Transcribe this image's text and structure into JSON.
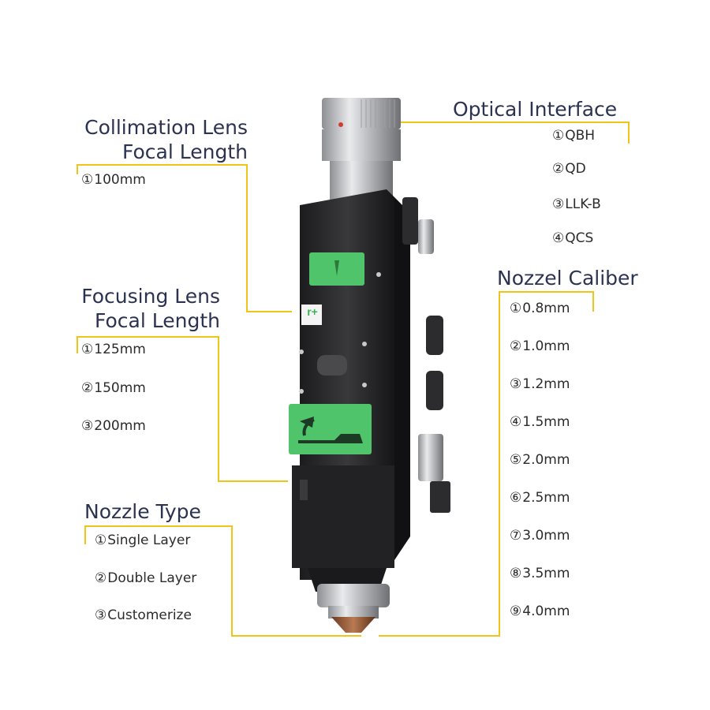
{
  "colors": {
    "leader": "#f0c419",
    "title": "#2c3350",
    "text": "#2b2b2b",
    "panel_green": "#4fc46b",
    "body_black": "#2a2a2c"
  },
  "logo_text": "r+",
  "collimation": {
    "title_line1": "Collimation Lens",
    "title_line2": "Focal Length",
    "options": [
      {
        "num": "①",
        "label": "100mm"
      }
    ]
  },
  "focusing": {
    "title_line1": "Focusing Lens",
    "title_line2": "Focal Length",
    "options": [
      {
        "num": "①",
        "label": "125mm"
      },
      {
        "num": "②",
        "label": "150mm"
      },
      {
        "num": "③",
        "label": "200mm"
      }
    ]
  },
  "nozzle_type": {
    "title": "Nozzle Type",
    "options": [
      {
        "num": "①",
        "label": "Single Layer"
      },
      {
        "num": "②",
        "label": "Double Layer"
      },
      {
        "num": "③",
        "label": "Customerize"
      }
    ]
  },
  "optical_interface": {
    "title": "Optical Interface",
    "options": [
      {
        "num": "①",
        "label": "QBH"
      },
      {
        "num": "②",
        "label": "QD"
      },
      {
        "num": "③",
        "label": "LLK-B"
      },
      {
        "num": "④",
        "label": "QCS"
      }
    ]
  },
  "nozzle_caliber": {
    "title": "Nozzel Caliber",
    "options": [
      {
        "num": "①",
        "label": "0.8mm"
      },
      {
        "num": "②",
        "label": "1.0mm"
      },
      {
        "num": "③",
        "label": "1.2mm"
      },
      {
        "num": "④",
        "label": "1.5mm"
      },
      {
        "num": "⑤",
        "label": "2.0mm"
      },
      {
        "num": "⑥",
        "label": "2.5mm"
      },
      {
        "num": "⑦",
        "label": "3.0mm"
      },
      {
        "num": "⑧",
        "label": "3.5mm"
      },
      {
        "num": "⑨",
        "label": "4.0mm"
      }
    ]
  }
}
